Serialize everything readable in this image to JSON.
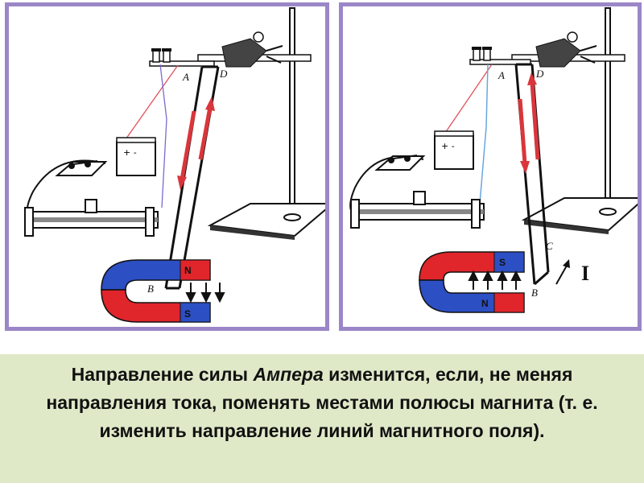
{
  "left_panel": {
    "point_labels": {
      "a": "A",
      "d": "D",
      "b": "B"
    },
    "pole_top": "N",
    "pole_bottom": "S"
  },
  "right_panel": {
    "point_labels": {
      "a": "A",
      "d": "D",
      "b": "B",
      "c": "C"
    },
    "pole_top": "S",
    "pole_bottom": "N",
    "current_symbol": "I"
  },
  "caption": {
    "part1": "Направление силы ",
    "emphasis": "Ампера",
    "part2": " изменится, если, не меняя направления тока, поменять местами полюсы магнита (т. е. изменить направление линий магнитного поля)."
  },
  "colors": {
    "frame": "#9b86c8",
    "caption_bg": "#dfe9c8",
    "magnet_red": "#e0252b",
    "magnet_blue": "#2c4fc4",
    "current_arrow": "#d9363b",
    "wire_red": "#e0525a",
    "wire_blue": "#6aa6e0",
    "wire_purple": "#7a6ad0"
  }
}
